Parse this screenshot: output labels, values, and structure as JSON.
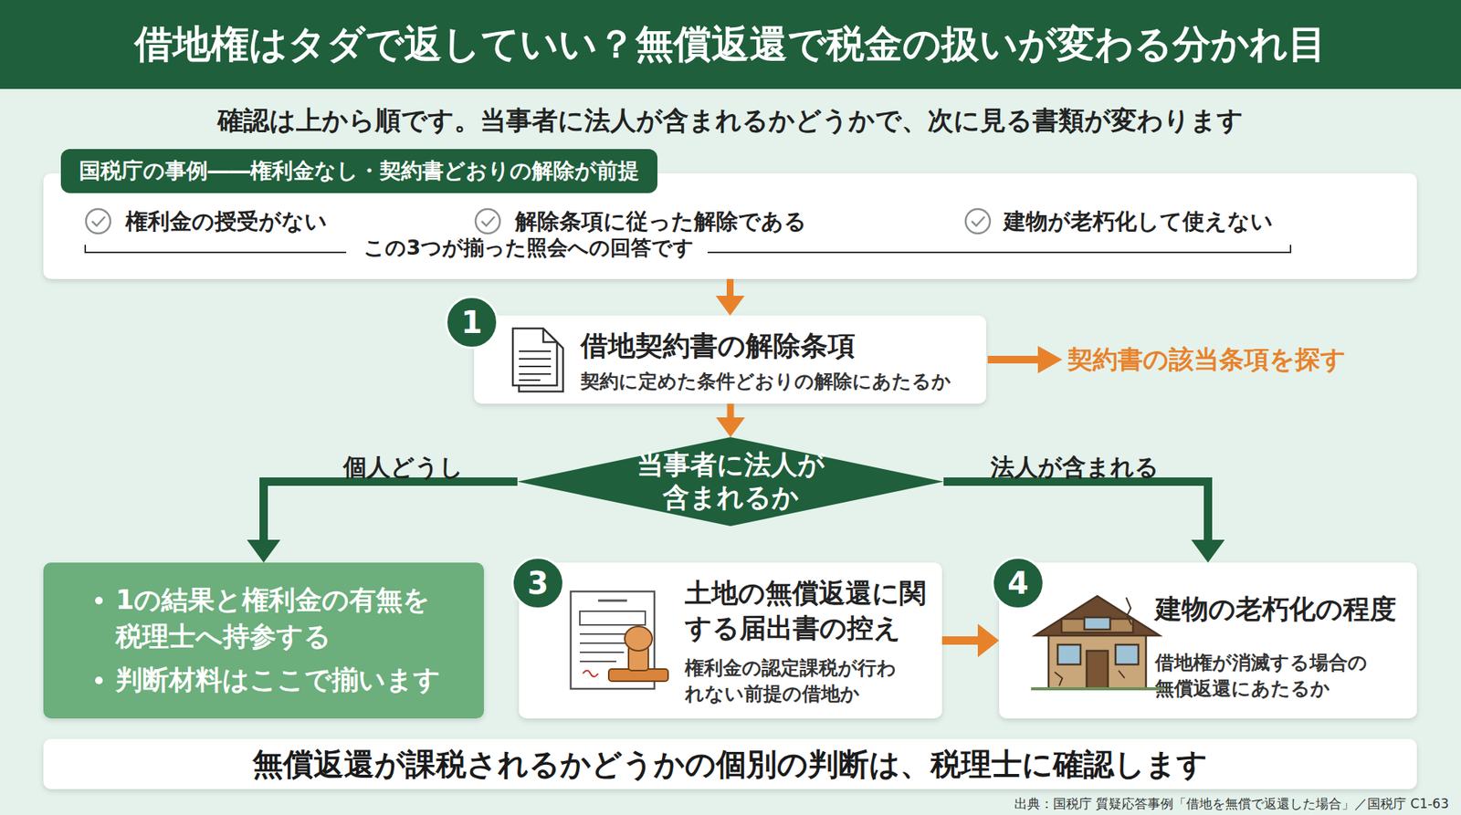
{
  "diagram": {
    "title": "借地権はタダで返していい？無償返還で税金の扱いが変わる分かれ目",
    "caption": "出典：国税庁 質疑応答事例「借地を無償で返還した場合」／国税庁 C1-63",
    "nodes": [
      {
        "text": [
          "国税庁の事例――権利金なし・契約書どおりの解除が前提",
          "権利金の授受がない",
          "解除条項に従った解除である",
          "建物が老朽化して使えない",
          "この3つが揃った照会への回答です"
        ]
      },
      {
        "text": [
          "1",
          "借地契約書の解除条項",
          "契約に定めた条件どおりの解除にあたるか"
        ]
      },
      {
        "text": [
          "当事者に法人が含まれるか"
        ]
      },
      {
        "text": [
          "1の結果と権利金の有無を税理士へ持参する",
          "判断材料はここで揃います"
        ]
      },
      {
        "text": [
          "3",
          "土地の無償返還に関する届出書の控え",
          "権利金の認定課税が行われない前提の借地か"
        ]
      },
      {
        "text": [
          "4",
          "建物の老朽化の程度",
          "借地権が消滅する場合の無償返還にあたるか"
        ]
      },
      {
        "text": [
          "無償返還が課税されるかどうかの個別の判断は、税理士に確認します"
        ]
      }
    ],
    "edges": [
      {
        "from": 0,
        "to": 1,
        "arrow": "to"
      },
      {
        "from": 1,
        "to": 2,
        "arrow": "to"
      },
      {
        "from": 2,
        "to": 3,
        "label": "個人どうし",
        "arrow": "to"
      },
      {
        "from": 2,
        "to": 5,
        "label": "法人が含まれる",
        "arrow": "to"
      },
      {
        "from": 4,
        "to": 5,
        "arrow": "to"
      }
    ],
    "labels": [
      "確認は上から順です。当事者に法人が含まれるかどうかで、次に見る書類が変わります",
      "契約書の該当条項を探す"
    ]
  }
}
